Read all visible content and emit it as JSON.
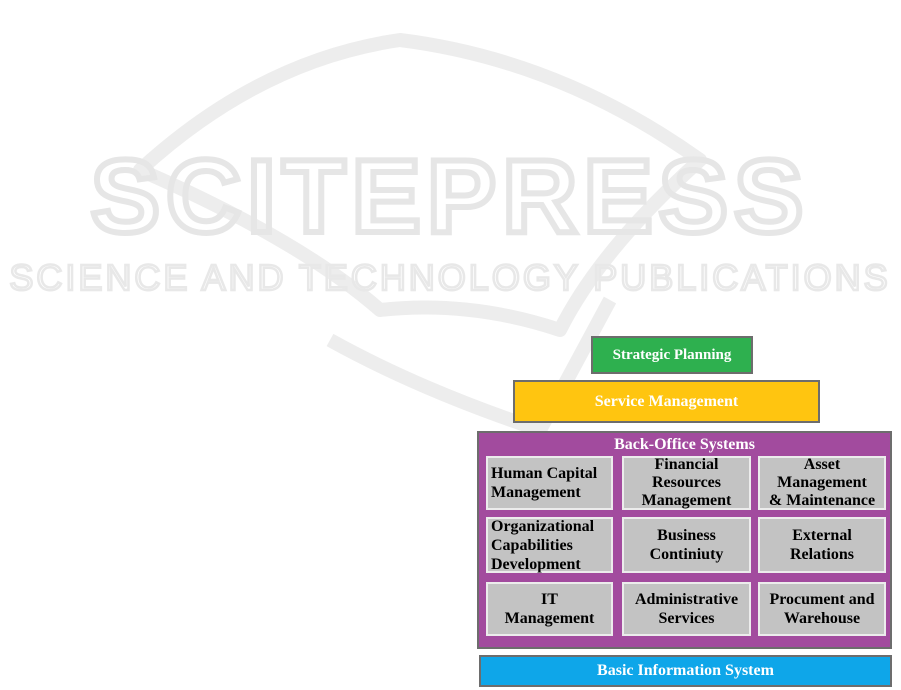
{
  "watermark": {
    "title": "SCITEPRESS",
    "subtitle": "SCIENCE AND TECHNOLOGY PUBLICATIONS"
  },
  "diagram": {
    "strategic_planning": "Strategic Planning",
    "service_management": "Service Management",
    "back_office": {
      "title": "Back-Office Systems",
      "cells": [
        "Human Capital\nManagement",
        "Financial\nResources\nManagement",
        "Asset\nManagement\n& Maintenance",
        "Organizational\nCapabilities\nDevelopment",
        "Business\nContiniuty",
        "External\nRelations",
        "IT\nManagement",
        "Administrative\nServices",
        "Procument and\nWarehouse"
      ]
    },
    "basic_information_system": "Basic Information System"
  },
  "colors": {
    "strategic": "#2eb04f",
    "service": "#ffc510",
    "back_office": "#a24b9e",
    "cell": "#c3c3c3",
    "basic": "#0ea6e9"
  }
}
